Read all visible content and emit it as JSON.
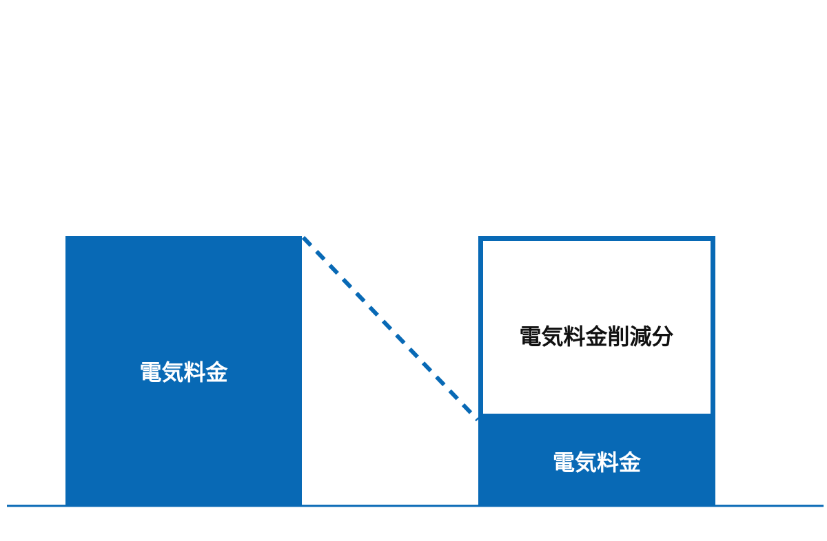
{
  "diagram": {
    "before_bar": {
      "label": "電気料金"
    },
    "after_bar": {
      "reduction_label": "電気料金削減分",
      "remaining_label": "電気料金"
    }
  },
  "colors": {
    "bar": "#0869b5",
    "outline": "#0869b5",
    "baseline": "#0869b5",
    "connector": "#0869b5",
    "background": "#ffffff"
  }
}
